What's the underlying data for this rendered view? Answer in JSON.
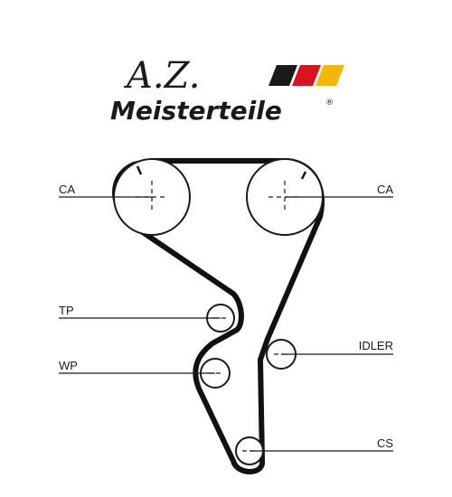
{
  "brand": {
    "monogram": "A.Z.",
    "wordmark": "Meisterteile",
    "registered": "®",
    "flag_colors": [
      "#1a1a1a",
      "#d9141e",
      "#f2b705"
    ]
  },
  "labels": {
    "ca_left": "CA",
    "ca_right": "CA",
    "tp": "TP",
    "wp": "WP",
    "idler": "IDLER",
    "cs": "CS"
  },
  "colors": {
    "line": "#1a1a1a",
    "belt": "#111111",
    "background": "#ffffff"
  }
}
